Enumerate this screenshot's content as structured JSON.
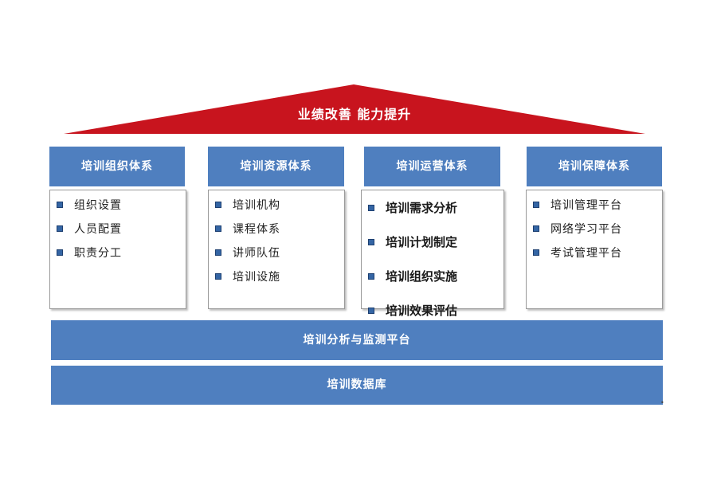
{
  "roof": {
    "title": "业绩改善 能力提升",
    "color": "#c8141e"
  },
  "pillars": [
    {
      "header": "培训组织体系",
      "items": [
        "组织设置",
        "人员配置",
        "职责分工"
      ]
    },
    {
      "header": "培训资源体系",
      "items": [
        "培训机构",
        "课程体系",
        "讲师队伍",
        "培训设施"
      ]
    },
    {
      "header": "培训运营体系",
      "items": [
        "培训需求分析",
        "培训计划制定",
        "培训组织实施",
        "培训效果评估"
      ]
    },
    {
      "header": "培训保障体系",
      "items": [
        "培训管理平台",
        "网络学习平台",
        "考试管理平台"
      ]
    }
  ],
  "bands": {
    "analysis_platform": "培训分析与监测平台",
    "database": "培训数据库"
  },
  "colors": {
    "blue": "#4f7fbf",
    "bullet": "#3465a4",
    "red": "#c8141e"
  }
}
